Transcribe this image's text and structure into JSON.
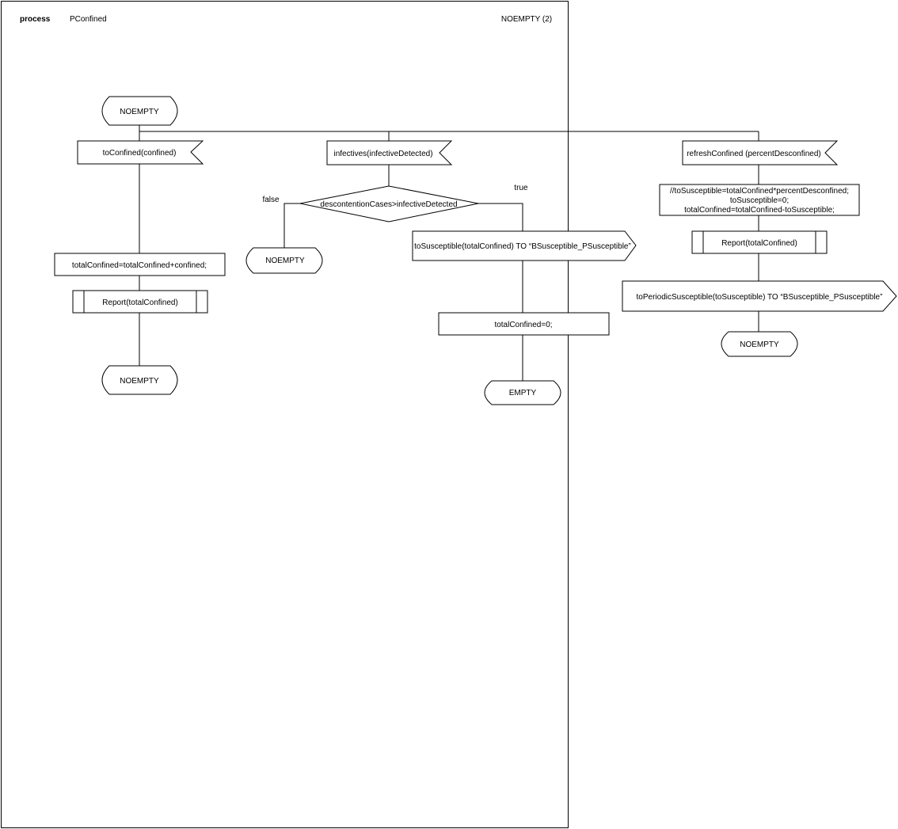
{
  "header": {
    "kind_label": "process",
    "process_name": "PConfined",
    "page_title": "NOEMPTY (2)"
  },
  "start_state": "NOEMPTY",
  "branch_confined": {
    "input_signal": "toConfined(confined)",
    "task": "totalConfined=totalConfined+confined;",
    "procedure_call": "Report(totalConfined)",
    "next_state": "NOEMPTY"
  },
  "branch_infectives": {
    "input_signal": "infectives(infectiveDetected)",
    "decision": "descontentionCases>infectiveDetected",
    "false_label": "false",
    "true_label": "true",
    "false_state": "NOEMPTY",
    "output_signal": "toSusceptible(totalConfined) TO “BSusceptible_PSusceptible”",
    "task": "totalConfined=0;",
    "next_state": "EMPTY"
  },
  "branch_refresh": {
    "input_signal": "refreshConfined (percentDesconfined)",
    "task_lines": [
      "//toSusceptible=totalConfined*percentDesconfined;",
      "toSusceptible=0;",
      "totalConfined=totalConfined-toSusceptible;"
    ],
    "procedure_call": "Report(totalConfined)",
    "output_signal": "toPeriodicSusceptible(toSusceptible) TO “BSusceptible_PSusceptible”",
    "next_state": "NOEMPTY"
  }
}
